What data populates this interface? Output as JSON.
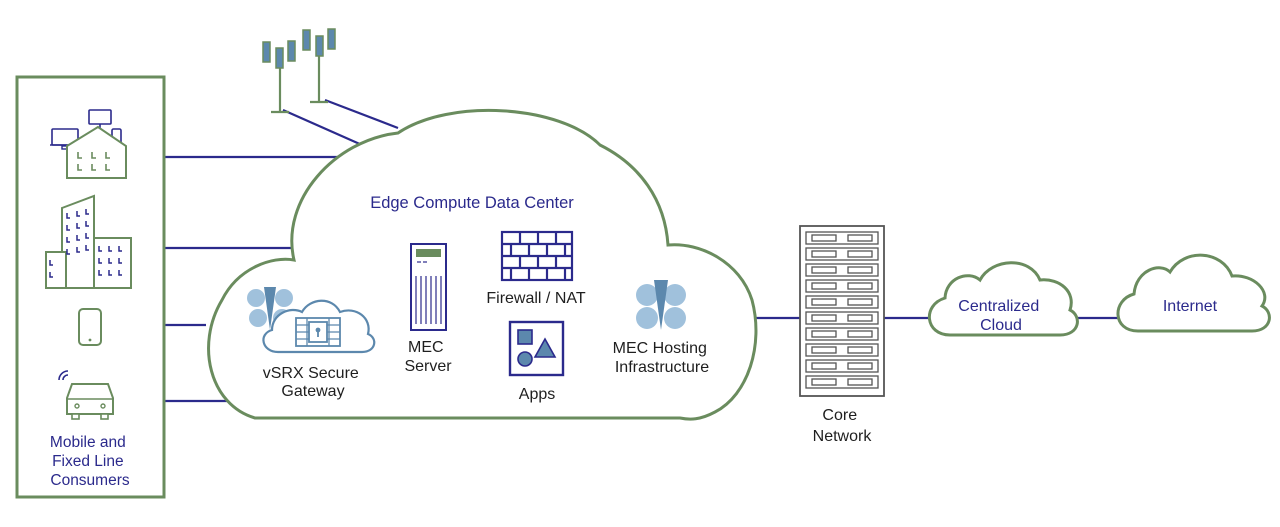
{
  "consumers": {
    "label_lines": [
      "Mobile and",
      "Fixed Line",
      "Consumers"
    ]
  },
  "edge": {
    "title": "Edge Compute Data Center",
    "vsrx_lines": [
      "vSRX Secure",
      "Gateway"
    ],
    "mec_server_lines": [
      "MEC",
      "Server"
    ],
    "firewall_label": "Firewall / NAT",
    "apps_label": "Apps",
    "hosting_lines": [
      "MEC Hosting",
      "Infrastructure"
    ]
  },
  "core": {
    "label_lines": [
      "Core",
      "Network"
    ]
  },
  "centralized_cloud": {
    "label_lines": [
      "Centralized",
      "Cloud"
    ]
  },
  "internet": {
    "label": "Internet"
  },
  "colors": {
    "navy": "#2b2a8c",
    "green_outline": "#6a8c5e",
    "light_blue": "#8fb6d6",
    "steel_blue": "#5c88ad",
    "dark_text": "#1f1f1f"
  }
}
